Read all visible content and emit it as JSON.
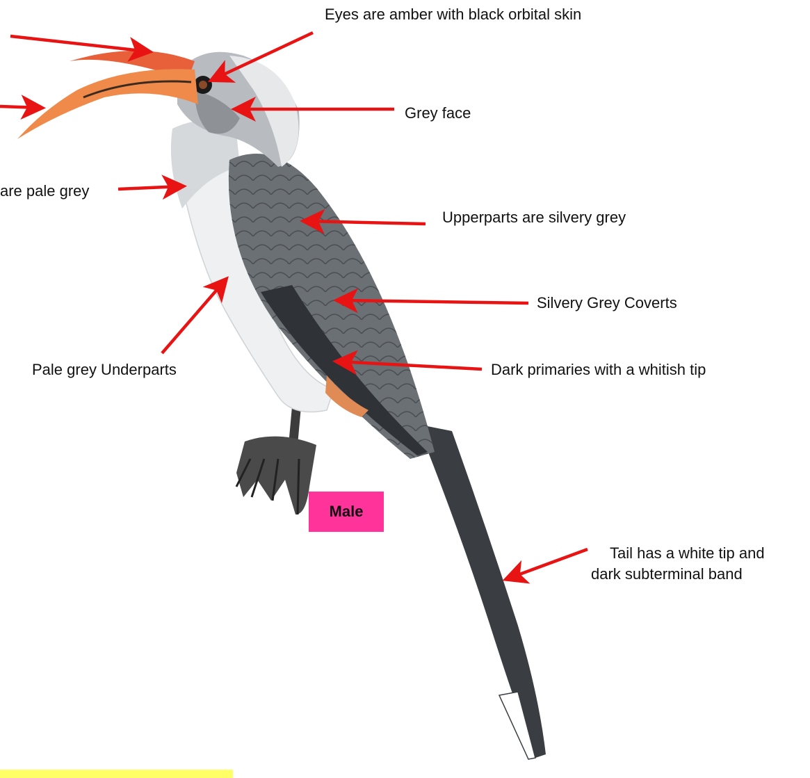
{
  "labels": {
    "eyes": "Eyes are amber with black orbital skin",
    "face": "Grey face",
    "neck": "are pale grey",
    "upperparts": "Upperparts are silvery grey",
    "coverts": "Silvery Grey Coverts",
    "underparts": "Pale grey Underparts",
    "primaries": "Dark primaries with a whitish tip",
    "tail_line1": "Tail has a white tip and",
    "tail_line2": "dark subterminal band"
  },
  "badge": {
    "text": "Male"
  },
  "colors": {
    "arrow": "#e81313",
    "badge": "#ff3399",
    "highlight": "#ffff66",
    "casque": "#e8603a",
    "bill": "#f08a4a",
    "wing": "#6b7075",
    "tail": "#3a3e42",
    "underparts": "#eef0f2"
  }
}
